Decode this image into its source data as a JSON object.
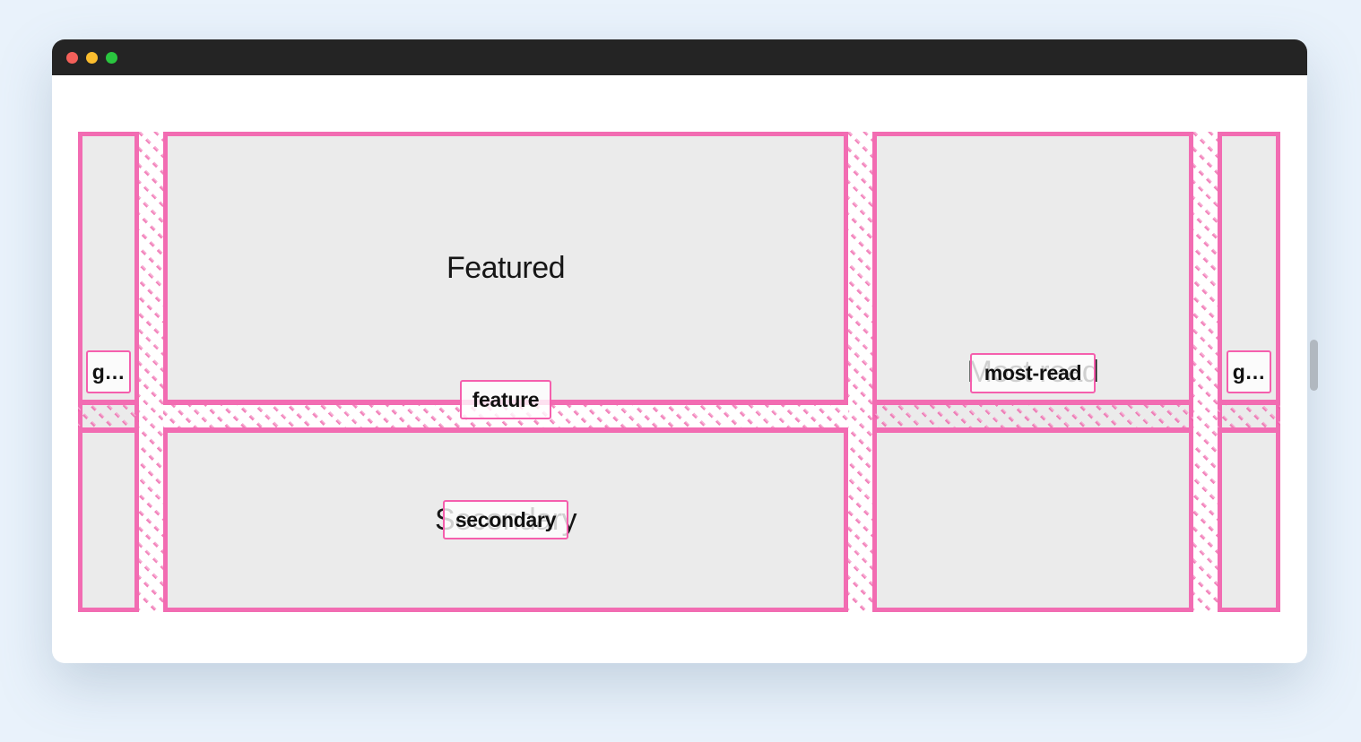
{
  "window": {
    "titlebar": {
      "background": "#242424",
      "buttons": [
        {
          "name": "close",
          "color": "#f4605a"
        },
        {
          "name": "minimize",
          "color": "#fbbd2e"
        },
        {
          "name": "zoom",
          "color": "#2ac63f"
        }
      ]
    }
  },
  "grid_overlay": {
    "accent_color": "#f26cb2",
    "hatch_color": "#f6a7d0",
    "cell_background": "#ebebeb",
    "badge_border_color": "#f55fad",
    "cells": {
      "featured": {
        "text": "Featured",
        "badge": "feature"
      },
      "secondary": {
        "text": "Secondary",
        "badge": "secondary"
      },
      "most_read": {
        "text": "Most read",
        "badge": "most-read"
      },
      "gutter_left": {
        "badge": "g…"
      },
      "gutter_right": {
        "badge": "g…"
      }
    }
  }
}
